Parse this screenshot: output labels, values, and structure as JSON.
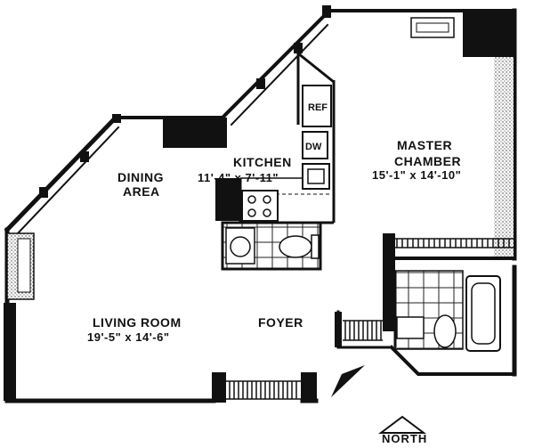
{
  "rooms": {
    "dining": {
      "line1": "DINING",
      "line2": "AREA"
    },
    "kitchen": {
      "name": "KITCHEN",
      "dims": "11'-4\" x 7'-11\""
    },
    "master": {
      "line1": "MASTER",
      "line2": "CHAMBER",
      "dims": "15'-1\" x 14'-10\""
    },
    "living": {
      "name": "LIVING ROOM",
      "dims": "19'-5\" x 14'-6\""
    },
    "foyer": {
      "name": "FOYER"
    }
  },
  "fixtures": {
    "refrigerator": "REF",
    "dishwasher": "DW"
  },
  "compass": {
    "label": "NORTH"
  },
  "colors": {
    "wall": "#111111",
    "line": "#1a1a1a",
    "background": "#ffffff"
  }
}
